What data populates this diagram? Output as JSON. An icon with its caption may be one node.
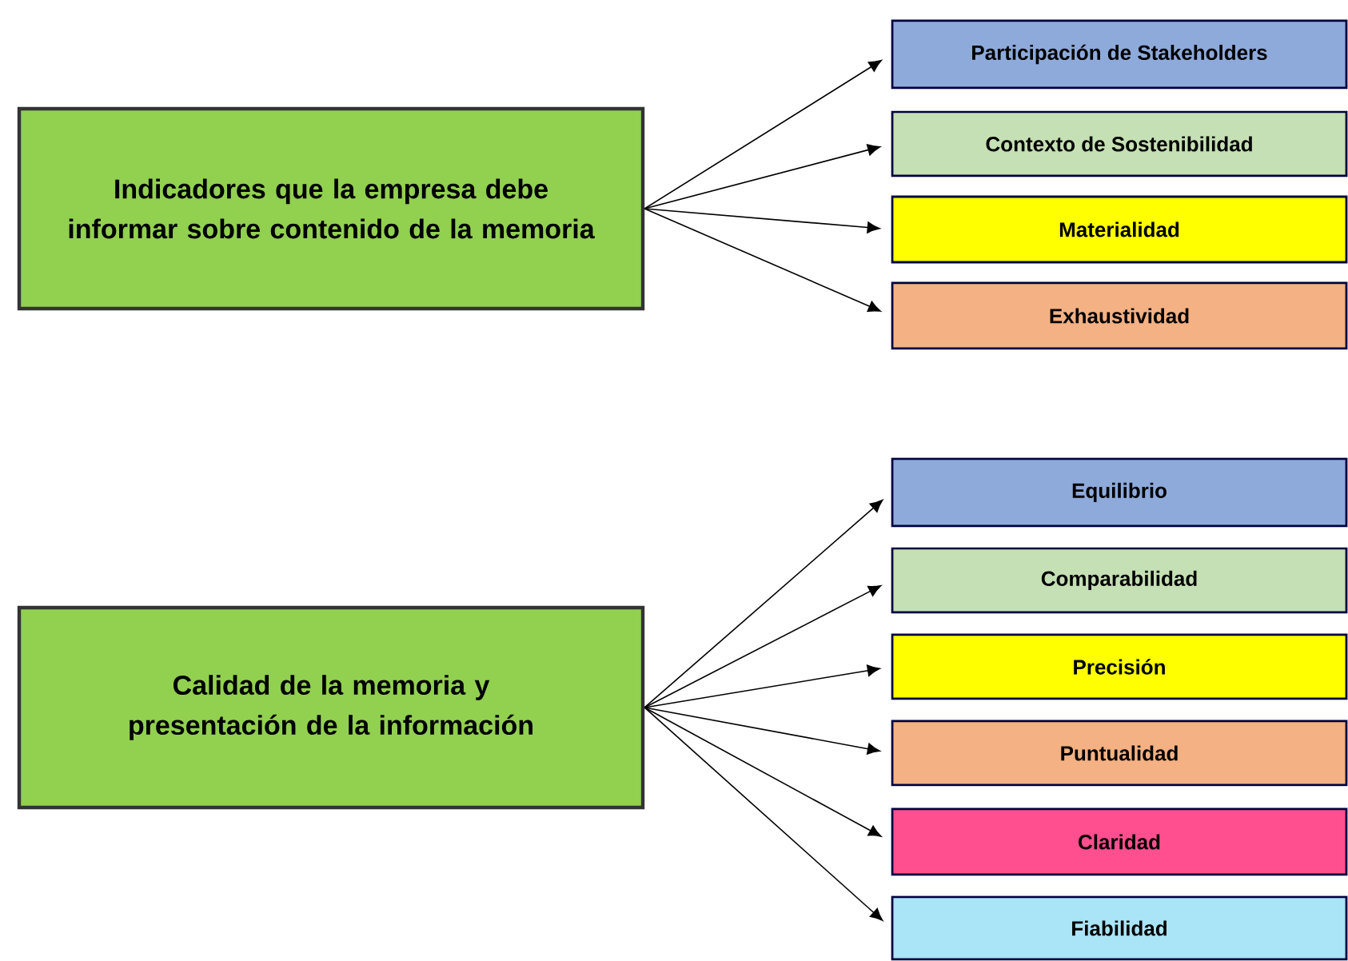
{
  "diagram": {
    "nodes": [
      {
        "text": [
          "Indicadores que la empresa debe informar sobre contenido de la memoria"
        ]
      },
      {
        "text": [
          "Participación de Stakeholders"
        ]
      },
      {
        "text": [
          "Contexto de Sostenibilidad"
        ]
      },
      {
        "text": [
          "Materialidad"
        ]
      },
      {
        "text": [
          "Exhaustividad"
        ]
      },
      {
        "text": [
          "Calidad de la memoria y presentación de la información"
        ]
      },
      {
        "text": [
          "Equilibrio"
        ]
      },
      {
        "text": [
          "Comparabilidad"
        ]
      },
      {
        "text": [
          "Precisión"
        ]
      },
      {
        "text": [
          "Puntualidad"
        ]
      },
      {
        "text": [
          "Claridad"
        ]
      },
      {
        "text": [
          "Fiabilidad"
        ]
      }
    ],
    "edges": [
      {
        "from": 0,
        "to": 1,
        "arrow": "to"
      },
      {
        "from": 0,
        "to": 2,
        "arrow": "to"
      },
      {
        "from": 0,
        "to": 3,
        "arrow": "to"
      },
      {
        "from": 0,
        "to": 4,
        "arrow": "to"
      },
      {
        "from": 5,
        "to": 6,
        "arrow": "to"
      },
      {
        "from": 5,
        "to": 7,
        "arrow": "to"
      },
      {
        "from": 5,
        "to": 8,
        "arrow": "to"
      },
      {
        "from": 5,
        "to": 9,
        "arrow": "to"
      },
      {
        "from": 5,
        "to": 10,
        "arrow": "to"
      },
      {
        "from": 5,
        "to": 11,
        "arrow": "to"
      }
    ]
  }
}
